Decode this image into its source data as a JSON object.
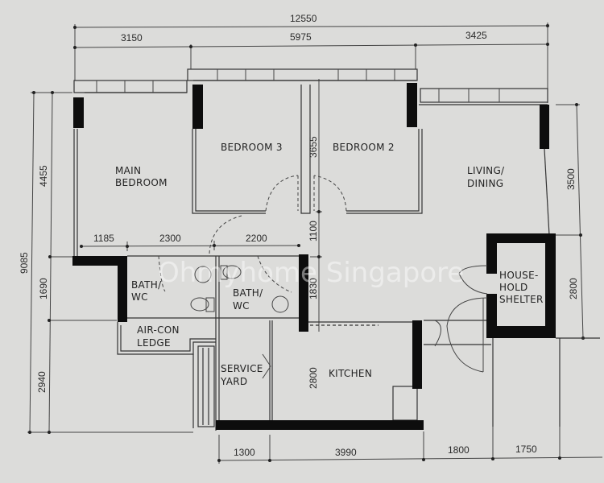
{
  "plan": {
    "type": "floor_plan",
    "units": "mm",
    "watermark": "Ohmyhome Singapore",
    "rooms": [
      {
        "id": "main_bedroom",
        "line1": "MAIN",
        "line2": "BEDROOM"
      },
      {
        "id": "bedroom3",
        "line1": "BEDROOM  3"
      },
      {
        "id": "bedroom2",
        "line1": "BEDROOM  2"
      },
      {
        "id": "living_dining",
        "line1": "LIVING/",
        "line2": "DINING"
      },
      {
        "id": "bath1",
        "line1": "BATH/",
        "line2": "WC"
      },
      {
        "id": "bath2",
        "line1": "BATH/",
        "line2": "WC"
      },
      {
        "id": "household_shelter",
        "line1": "HOUSE-",
        "line2": "HOLD",
        "line3": "SHELTER"
      },
      {
        "id": "aircon_ledge",
        "line1": "AIR-CON",
        "line2": "LEDGE"
      },
      {
        "id": "service_yard",
        "line1": "SERVICE",
        "line2": "YARD"
      },
      {
        "id": "kitchen",
        "line1": "KITCHEN"
      }
    ],
    "dimensions": {
      "top_total": "12550",
      "top_segments": [
        "3150",
        "5975",
        "3425"
      ],
      "left_total": "9085",
      "left_segments": [
        "4455",
        "1690",
        "2940"
      ],
      "right_segments": [
        "3500",
        "2800"
      ],
      "bottom_segments": [
        "1300",
        "3990",
        "1800",
        "1750"
      ],
      "inner_horizontal": [
        "1185",
        "2300",
        "2200"
      ],
      "inner_vertical": {
        "corridor_bedrooms": "3655",
        "corridor_gap": "1100",
        "bath_height": "1830",
        "kitchen_height": "2800"
      }
    }
  }
}
